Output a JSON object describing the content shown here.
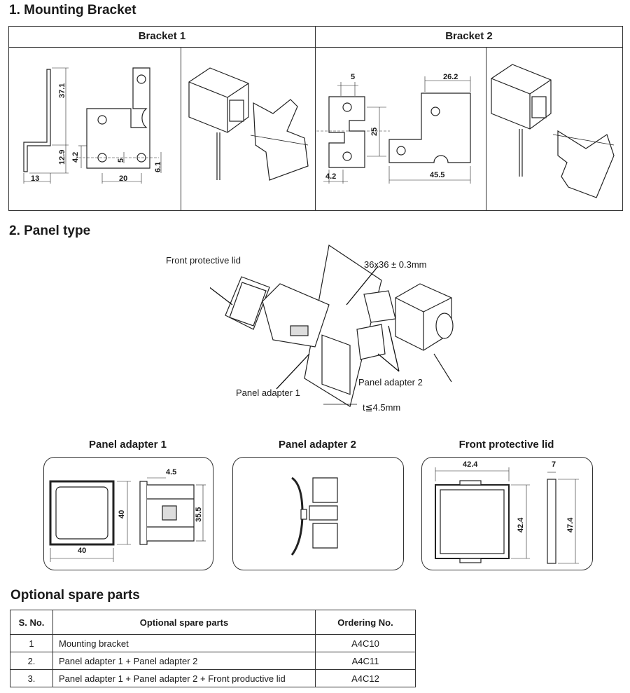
{
  "section1": {
    "title": "1. Mounting Bracket",
    "bracket1": {
      "header": "Bracket 1",
      "dims": {
        "a": "37.1",
        "b": "12.9",
        "c": "13",
        "d": "4.2",
        "e": "5",
        "f": "6.1",
        "g": "20"
      }
    },
    "bracket2": {
      "header": "Bracket 2",
      "dims": {
        "a": "5",
        "b": "26.2",
        "c": "25",
        "d": "4.2",
        "e": "45.5"
      }
    }
  },
  "section2": {
    "title": "2. Panel type",
    "callouts": {
      "front_lid": "Front protective lid",
      "cutout": "36x36 ± 0.3mm",
      "adapter1": "Panel adapter 1",
      "adapter2": "Panel adapter 2",
      "thickness": "t≦4.5mm"
    },
    "details": [
      {
        "title": "Panel adapter 1",
        "dims": {
          "w": "40",
          "h": "40",
          "d": "4.5",
          "side_h": "35.5"
        }
      },
      {
        "title": "Panel adapter 2"
      },
      {
        "title": "Front protective lid",
        "dims": {
          "w": "42.4",
          "h": "42.4",
          "d": "7",
          "side_h": "47.4"
        }
      }
    ]
  },
  "spare": {
    "title": "Optional spare parts",
    "headers": [
      "S. No.",
      "Optional spare parts",
      "Ordering No."
    ],
    "rows": [
      [
        "1",
        "Mounting bracket",
        "A4C10"
      ],
      [
        "2.",
        "Panel adapter 1 + Panel adapter 2",
        "A4C11"
      ],
      [
        "3.",
        "Panel adapter 1 + Panel adapter 2 + Front productive lid",
        "A4C12"
      ]
    ]
  }
}
